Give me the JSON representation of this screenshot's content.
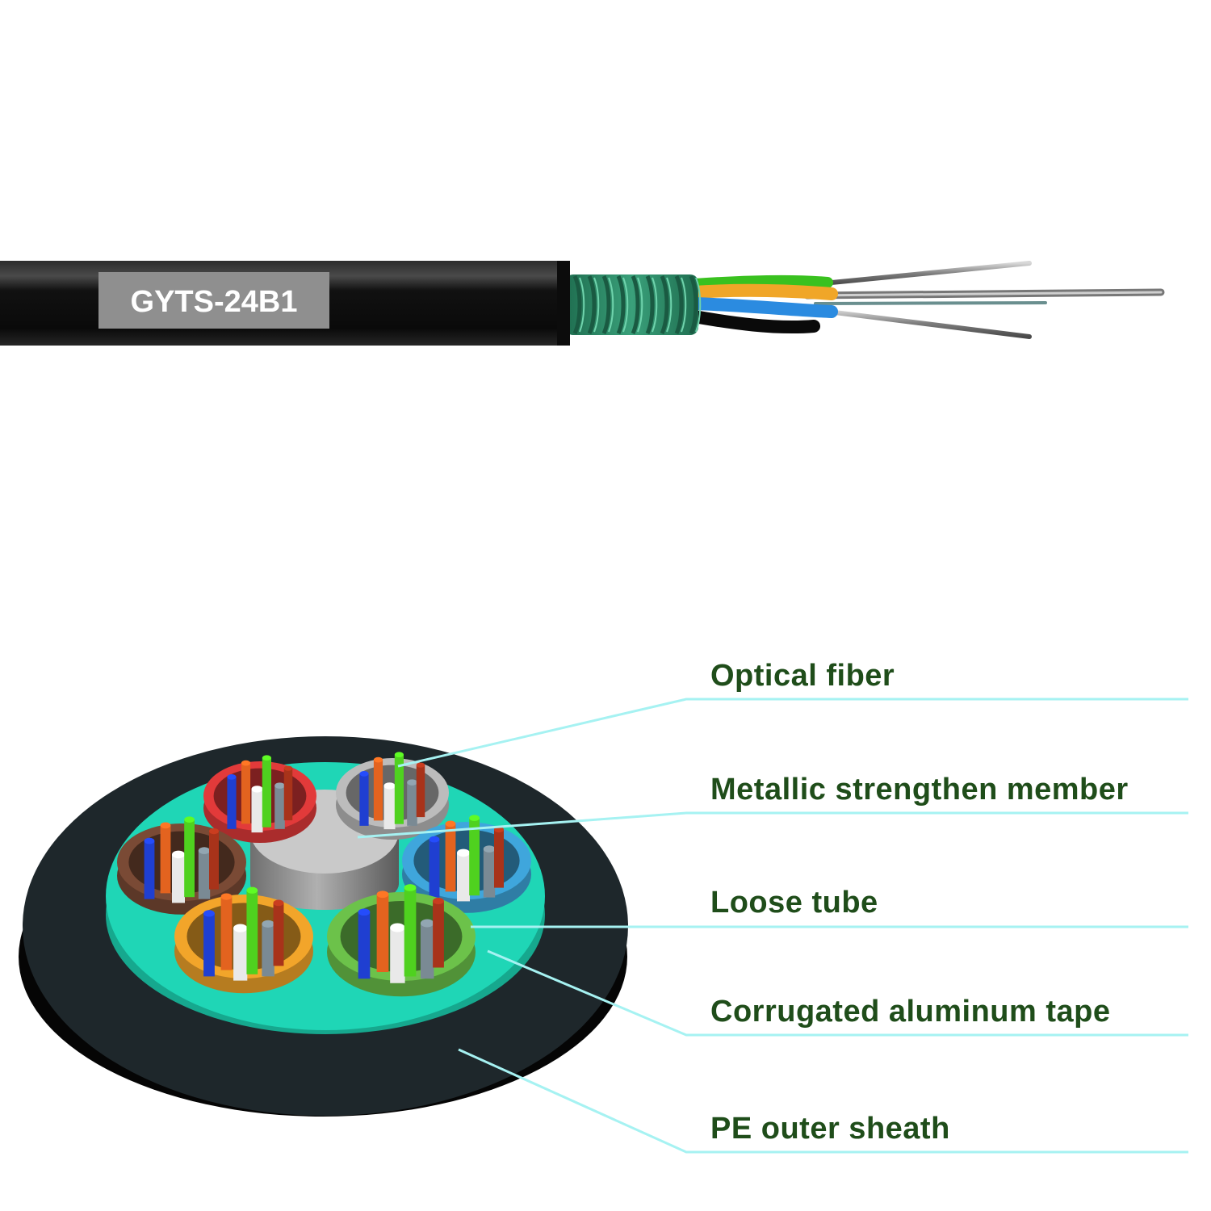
{
  "cable": {
    "print_text": "GYTS-24B1",
    "jacket_color": "#111111",
    "label_bg": "#8f8f8f",
    "label_text_color": "#ffffff",
    "armor_color": "#2e8f6a"
  },
  "callouts": [
    {
      "id": "optical-fiber",
      "label": "Optical fiber"
    },
    {
      "id": "metallic-strengthen-member",
      "label": "Metallic strengthen member"
    },
    {
      "id": "loose-tube",
      "label": "Loose tube"
    },
    {
      "id": "corrugated-aluminum-tape",
      "label": "Corrugated aluminum tape"
    },
    {
      "id": "pe-outer-sheath",
      "label": "PE outer sheath"
    }
  ],
  "colors": {
    "label_text": "#1f4d1a",
    "leader_line": "#a6f2f2",
    "sheath": "#1e272b",
    "sheath_side": "#050505",
    "tape": "#1fd6b6",
    "tape_side": "#16a88e",
    "center_member": "#c9c9c9",
    "center_member_side": "#8a8a8a"
  },
  "loose_tubes": [
    {
      "name": "red",
      "color": "#e23a3a"
    },
    {
      "name": "gray",
      "color": "#bcbcbc"
    },
    {
      "name": "brown",
      "color": "#7a4a35"
    },
    {
      "name": "blue",
      "color": "#3fa6dc"
    },
    {
      "name": "orange",
      "color": "#f2a52a"
    },
    {
      "name": "green",
      "color": "#6cc24a"
    }
  ],
  "fiber_colors": [
    "#1f3fd1",
    "#e3631f",
    "#e9e9e9",
    "#4fd11f",
    "#7a8a94",
    "#a8331a"
  ]
}
